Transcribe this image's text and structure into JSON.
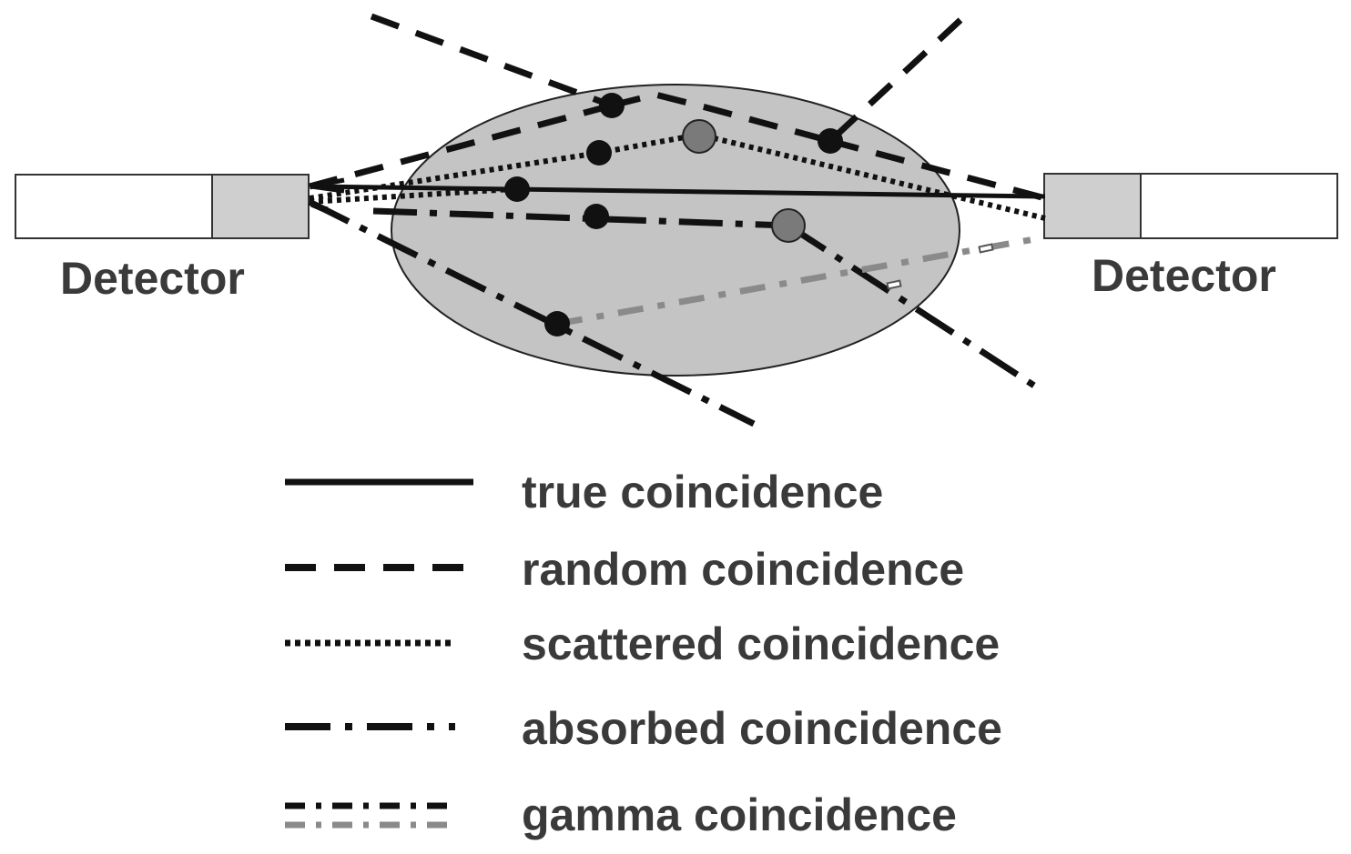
{
  "detectors": {
    "left_label": "Detector",
    "right_label": "Detector"
  },
  "legend": {
    "items": [
      {
        "key": "true",
        "label": "true coincidence"
      },
      {
        "key": "random",
        "label": "random coincidence"
      },
      {
        "key": "scattered",
        "label": "scattered coincidence"
      },
      {
        "key": "absorbed",
        "label": "absorbed coincidence"
      },
      {
        "key": "gamma",
        "label": "gamma coincidence"
      }
    ]
  },
  "colors": {
    "ellipse_fill": "#c4c4c4",
    "detector_crystal": "#cfcfcf",
    "detector_body": "#ffffff",
    "line_dark": "#111111",
    "line_gray": "#8a8a8a",
    "scatter_point": "#7a7a7a",
    "text": "#3a3a3a"
  }
}
